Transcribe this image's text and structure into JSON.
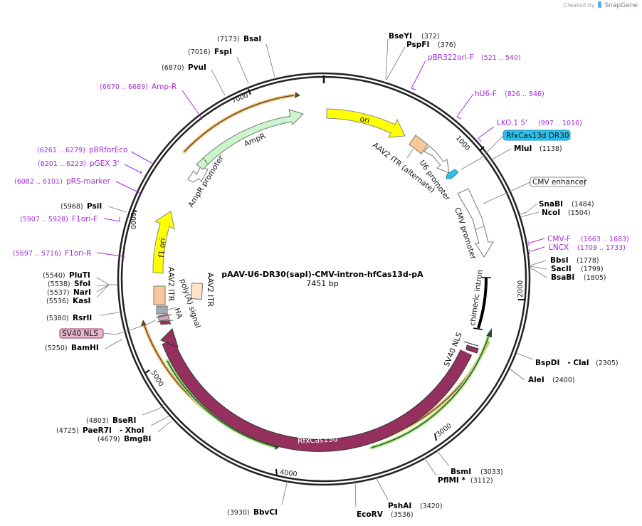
{
  "credit": {
    "prefix": "Created by",
    "brand": "SnapGene"
  },
  "plasmid": {
    "name": "pAAV-U6-DR30(sapI)-CMV-intron-hfCas13d-pA",
    "length_label": "7451 bp",
    "length": 7451
  },
  "ticks": [
    {
      "label": "1000",
      "pos": 1000
    },
    {
      "label": "2000",
      "pos": 2000
    },
    {
      "label": "3000",
      "pos": 3000
    },
    {
      "label": "4000",
      "pos": 4000
    },
    {
      "label": "5000",
      "pos": 5000
    },
    {
      "label": "6000",
      "pos": 6000
    },
    {
      "label": "7000",
      "pos": 7000
    }
  ],
  "enzymes": [
    {
      "name": "BseYI",
      "pos_label": "(372)"
    },
    {
      "name": "PspFI",
      "pos_label": "(376)"
    },
    {
      "name": "MluI",
      "pos_label": "(1138)"
    },
    {
      "name": "SnaBI",
      "pos_label": "(1484)"
    },
    {
      "name": "NcoI",
      "pos_label": "(1504)"
    },
    {
      "name": "BbsI",
      "pos_label": "(1778)"
    },
    {
      "name": "SacII",
      "pos_label": "(1799)"
    },
    {
      "name": "BsaBI",
      "pos_label": "(1805)"
    },
    {
      "name": "BspDI   - ClaI",
      "pos_label": "(2305)"
    },
    {
      "name": "AleI",
      "pos_label": "(2400)"
    },
    {
      "name": "BsmI",
      "pos_label": "(3033)"
    },
    {
      "name": "PflMI *",
      "pos_label": "(3112)"
    },
    {
      "name": "PshAI",
      "pos_label": "(3420)"
    },
    {
      "name": "EcoRV",
      "pos_label": "(3536)"
    },
    {
      "name": "BbvCI",
      "pos_label": "(3930)"
    },
    {
      "name": "BmgBI",
      "pos_label": "(4679)"
    },
    {
      "name": "PaeR7I   - XhoI",
      "pos_label": "(4725)"
    },
    {
      "name": "BseRI",
      "pos_label": "(4803)"
    },
    {
      "name": "BamHI",
      "pos_label": "(5250)"
    },
    {
      "name": "RsrII",
      "pos_label": "(5380)"
    },
    {
      "name": "KasI",
      "pos_label": "(5536)"
    },
    {
      "name": "NarI",
      "pos_label": "(5537)"
    },
    {
      "name": "SfoI",
      "pos_label": "(5538)"
    },
    {
      "name": "PluTI",
      "pos_label": "(5540)"
    },
    {
      "name": "PsiI",
      "pos_label": "(5968)"
    },
    {
      "name": "PvuI",
      "pos_label": "(6870)"
    },
    {
      "name": "FspI",
      "pos_label": "(7016)"
    },
    {
      "name": "BsaI",
      "pos_label": "(7173)"
    }
  ],
  "primers": [
    {
      "name": "pBR322ori-F",
      "range": "(521 .. 540)"
    },
    {
      "name": "hU6-F",
      "range": "(826 .. 846)"
    },
    {
      "name": "LKO.1 5'",
      "range": "(997 .. 1016)"
    },
    {
      "name": "CMV-F",
      "range": "(1663 .. 1683)"
    },
    {
      "name": "LNCX",
      "range": "(1709 .. 1733)"
    },
    {
      "name": "F1ori-R",
      "range": "(5697 .. 5716)"
    },
    {
      "name": "F1ori-F",
      "range": "(5907 .. 5928)"
    },
    {
      "name": "pRS-marker",
      "range": "(6082 .. 6101)"
    },
    {
      "name": "pGEX 3'",
      "range": "(6201 .. 6223)"
    },
    {
      "name": "pBRforEco",
      "range": "(6261 .. 6279)"
    },
    {
      "name": "Amp-R",
      "range": "(6670 .. 6689)"
    }
  ],
  "boxed_labels": {
    "dr30": "RfxCas13d DR30",
    "cmv_enhancer": "CMV enhancer",
    "sv40_nls": "SV40 NLS"
  },
  "features": {
    "ori": "ori",
    "aav2_itr_alt": "AAV2 ITR (alternate)",
    "u6_promoter": "U6 promoter",
    "cmv_promoter": "CMV promoter",
    "chimeric_intron": "chimeric intron",
    "sv40_nls": "SV40 NLS",
    "rfxcas13d": "RfxCas13d",
    "ha": "HA",
    "polya": "poly(A) signal",
    "aav2_itr": "AAV2 ITR",
    "aav2_itr_2": "AAV2 ITR",
    "f1_ori": "f1 ori",
    "ampr_promoter": "AmpR promoter",
    "ampr": "AmpR"
  },
  "colors": {
    "backbone": "#222222",
    "primer": "#a52bdc",
    "ori": "#ffff00",
    "ampr": "#ccf5cc",
    "itr": "#fdc898",
    "itr_light": "#fde3c8",
    "cas13d": "#96305f",
    "dr30": "#2bc3ee",
    "polya": "#a5aab0",
    "orf_orange": "#fbc880",
    "orf_green": "#a8ec88"
  }
}
